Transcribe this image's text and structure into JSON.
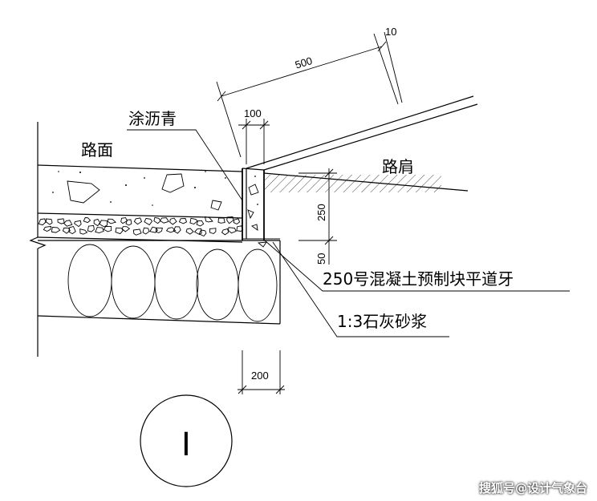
{
  "labels": {
    "asphalt": "涂沥青",
    "pavement": "路面",
    "shoulder": "路肩",
    "curb": "250号混凝土预制块平道牙",
    "mortar": "1:3石灰砂浆"
  },
  "dimensions": {
    "d500": "500",
    "d10": "10",
    "d100": "100",
    "d250": "250",
    "d50": "50",
    "d200": "200"
  },
  "watermark": "搜狐号@设计气象台",
  "section_symbol": "I"
}
